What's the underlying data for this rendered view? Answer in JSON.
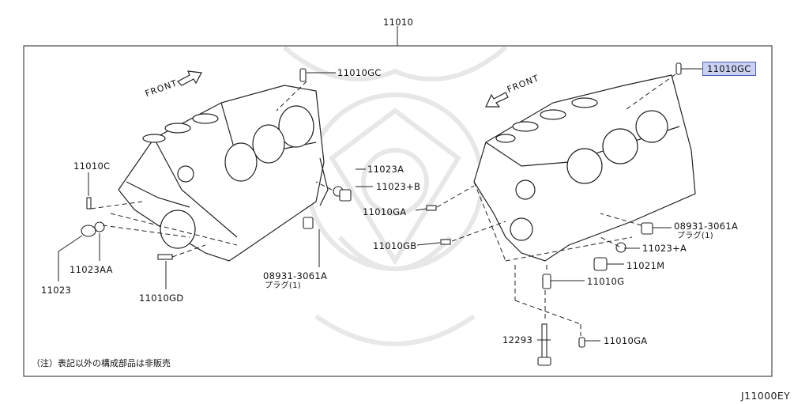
{
  "diagram": {
    "assembly_number": "11010",
    "figure_code": "J11000EY",
    "note": "（注）表記以外の構成部品は非販売",
    "front_label": "FRONT",
    "parts": {
      "p_11010GC_left": "11010GC",
      "p_11010GC_right": "11010GC",
      "p_11010C": "11010C",
      "p_11023A": "11023A",
      "p_11023B": "11023+B",
      "p_11010GA_mid": "11010GA",
      "p_11010GB": "11010GB",
      "p_08931_right": "08931-3061A",
      "p_08931_right_sub": "プラグ(1)",
      "p_08931_left": "08931-3061A",
      "p_08931_left_sub": "プラグ(1)",
      "p_11023A_plus": "11023+A",
      "p_11021M": "11021M",
      "p_11010G": "11010G",
      "p_12293": "12293",
      "p_11010GA_bottom": "11010GA",
      "p_11023AA": "11023AA",
      "p_11023": "11023",
      "p_11010GD": "11010GD"
    },
    "highlight_color": "#c9d2f2"
  }
}
